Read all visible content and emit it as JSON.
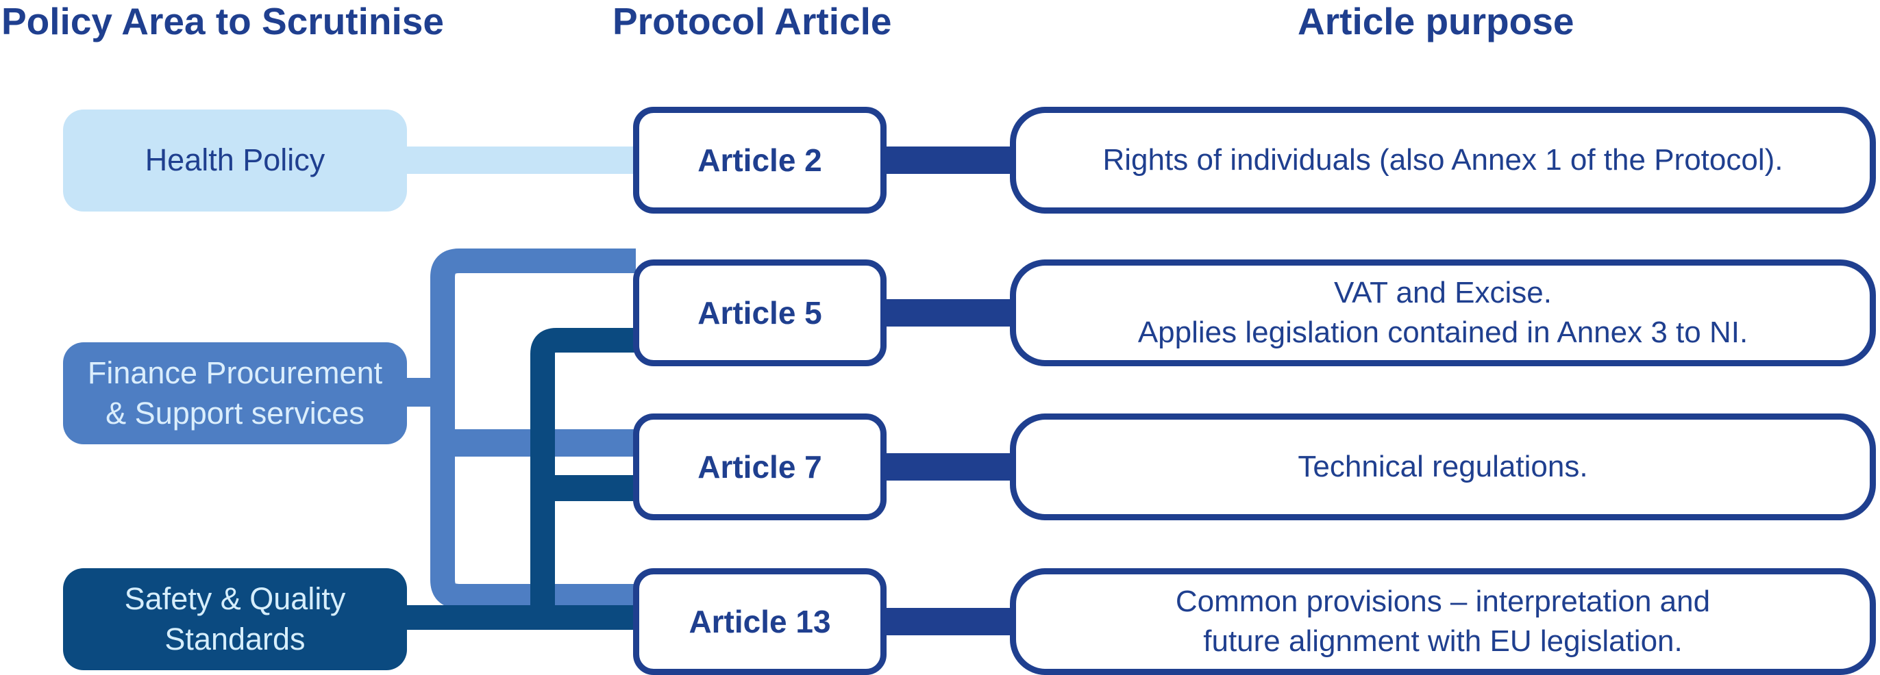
{
  "headers": {
    "policy_area": "Policy Area to Scrutinise",
    "protocol_article": "Protocol Article",
    "article_purpose": "Article purpose"
  },
  "policy_areas": [
    {
      "label": "Health Policy",
      "color": "#c6e4f8"
    },
    {
      "label": "Finance Procurement\n& Support services",
      "color": "#4e7ec3"
    },
    {
      "label": "Safety & Quality\nStandards",
      "color": "#0b4a80"
    }
  ],
  "articles": [
    {
      "label": "Article 2",
      "purpose": "Rights of individuals (also Annex 1 of the Protocol)."
    },
    {
      "label": "Article 5",
      "purpose": "VAT and Excise.\nApplies legislation contained in Annex 3 to NI."
    },
    {
      "label": "Article 7",
      "purpose": "Technical regulations."
    },
    {
      "label": "Article 13",
      "purpose": "Common provisions – interpretation and\nfuture alignment with EU legislation."
    }
  ],
  "links": [
    {
      "area": "Health Policy",
      "articles": [
        "Article 2"
      ]
    },
    {
      "area": "Finance Procurement & Support services",
      "articles": [
        "Article 5",
        "Article 7",
        "Article 13"
      ]
    },
    {
      "area": "Safety & Quality Standards",
      "articles": [
        "Article 5",
        "Article 7",
        "Article 13"
      ]
    }
  ],
  "colors": {
    "dark_blue": "#1f3f8f",
    "light_blue": "#c6e4f8",
    "mid_blue": "#4e7ec3",
    "navy": "#0b4a80"
  }
}
